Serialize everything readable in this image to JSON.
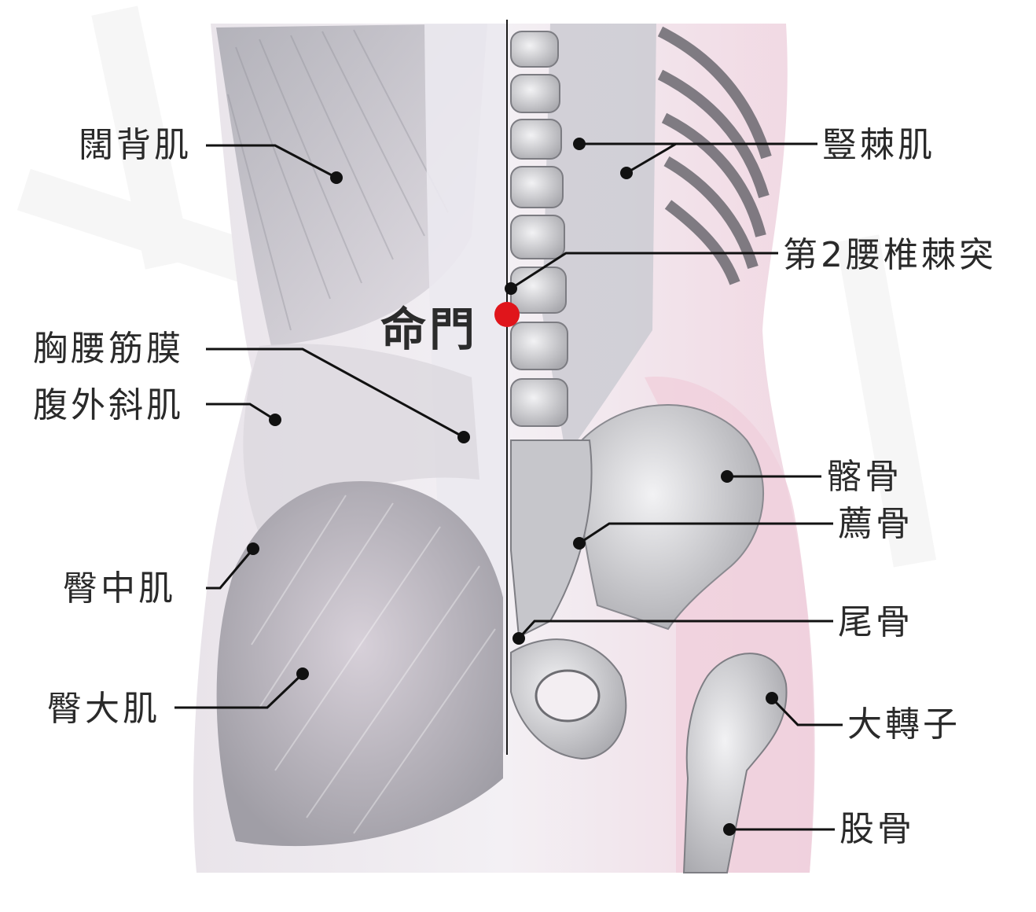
{
  "acupoint": {
    "label": "命門",
    "marker_color": "#e0151b"
  },
  "labels_left": [
    {
      "id": "latissimus",
      "text": "闊背肌"
    },
    {
      "id": "thoracolumbar",
      "text": "胸腰筋膜"
    },
    {
      "id": "ext-oblique",
      "text": "腹外斜肌"
    },
    {
      "id": "glut-med",
      "text": "臀中肌"
    },
    {
      "id": "glut-max",
      "text": "臀大肌"
    }
  ],
  "labels_right": [
    {
      "id": "erector",
      "text": "豎棘肌"
    },
    {
      "id": "l2-spinous",
      "text": "第2腰椎棘突"
    },
    {
      "id": "ilium",
      "text": "髂骨"
    },
    {
      "id": "sacrum",
      "text": "薦骨"
    },
    {
      "id": "coccyx",
      "text": "尾骨"
    },
    {
      "id": "trochanter",
      "text": "大轉子"
    },
    {
      "id": "femur",
      "text": "股骨"
    }
  ],
  "colors": {
    "skin": "#f2dbe4",
    "muscle": "#c9c9cf",
    "bone": "#d9d9dc",
    "leader": "#111111"
  }
}
